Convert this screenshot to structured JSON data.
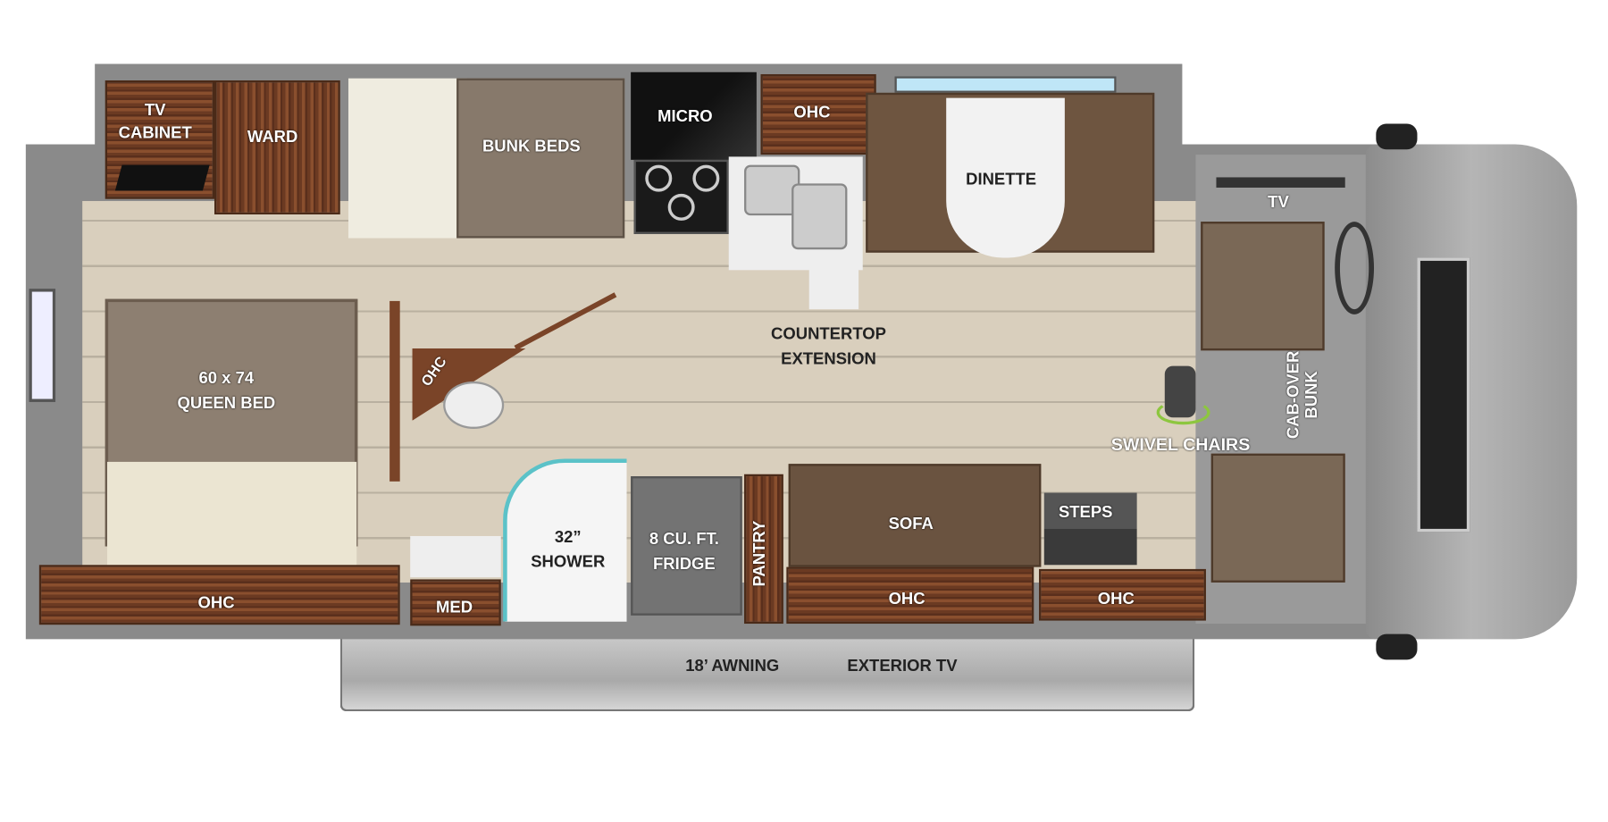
{
  "floorplan": {
    "labels": {
      "tv_cabinet": "TV\nCABINET",
      "tv_cabinet_line1": "TV",
      "tv_cabinet_line2": "CABINET",
      "ward": "WARD",
      "bunk_beds": "BUNK BEDS",
      "micro": "MICRO",
      "ohc_kitchen": "OHC",
      "dinette": "DINETTE",
      "tv_cab": "TV",
      "queen_bed_line1": "60 x 74",
      "queen_bed_line2": "QUEEN BED",
      "ohc_bath": "OHC",
      "countertop_line1": "COUNTERTOP",
      "countertop_line2": "EXTENSION",
      "swivel_chairs": "SWIVEL CHAIRS",
      "cab_over_line1": "CAB-OVER",
      "cab_over_line2": "BUNK",
      "shower_line1": "32”",
      "shower_line2": "SHOWER",
      "fridge_line1": "8 CU. FT.",
      "fridge_line2": "FRIDGE",
      "pantry": "PANTRY",
      "sofa": "SOFA",
      "steps": "STEPS",
      "ohc_bedroom": "OHC",
      "med": "MED",
      "ohc_sofa": "OHC",
      "ohc_steps": "OHC",
      "awning": "18’ AWNING",
      "exterior_tv": "EXTERIOR TV"
    },
    "colors": {
      "wood": "#7a4428",
      "floor": "#d7ccb8",
      "wall": "#8a8a8a",
      "swivel_accent": "#8dc63f"
    }
  }
}
